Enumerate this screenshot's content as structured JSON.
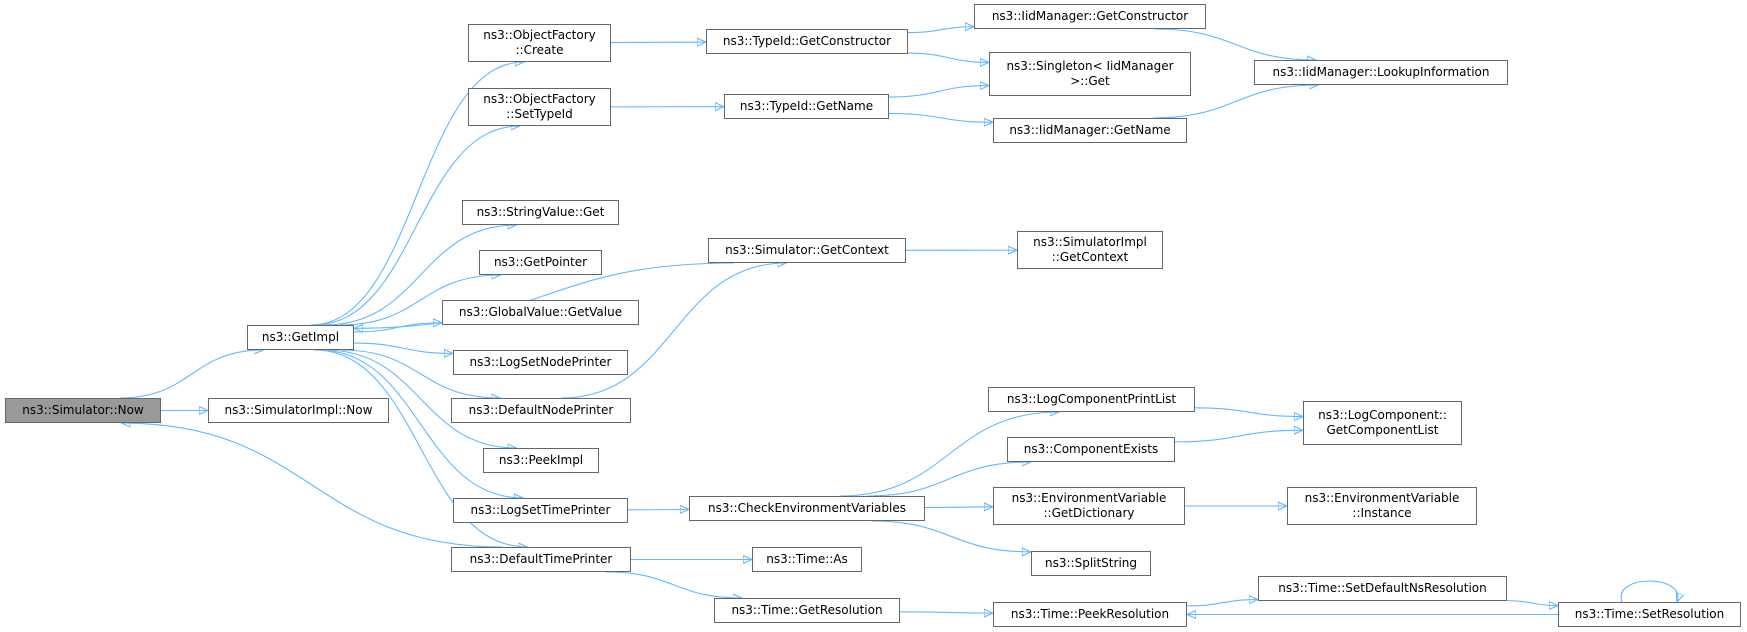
{
  "diagram": {
    "colors": {
      "edge": "#63b8ff",
      "node_border": "#666666",
      "root_fill": "#999999",
      "node_fill": "#ffffff"
    },
    "nodes": [
      {
        "id": "now",
        "lines": [
          "ns3::Simulator::Now"
        ],
        "root": true
      },
      {
        "id": "getimpl",
        "lines": [
          "ns3::GetImpl"
        ]
      },
      {
        "id": "simimplnow",
        "lines": [
          "ns3::SimulatorImpl::Now"
        ]
      },
      {
        "id": "ofcreate",
        "lines": [
          "ns3::ObjectFactory",
          "::Create"
        ]
      },
      {
        "id": "ofsettypeid",
        "lines": [
          "ns3::ObjectFactory",
          "::SetTypeId"
        ]
      },
      {
        "id": "stringvalueget",
        "lines": [
          "ns3::StringValue::Get"
        ]
      },
      {
        "id": "getpointer",
        "lines": [
          "ns3::GetPointer"
        ]
      },
      {
        "id": "gvgetvalue",
        "lines": [
          "ns3::GlobalValue::GetValue"
        ]
      },
      {
        "id": "logsetnodeprinter",
        "lines": [
          "ns3::LogSetNodePrinter"
        ]
      },
      {
        "id": "defaultnodeprinter",
        "lines": [
          "ns3::DefaultNodePrinter"
        ]
      },
      {
        "id": "peekimpl",
        "lines": [
          "ns3::PeekImpl"
        ]
      },
      {
        "id": "logsettimeprinter",
        "lines": [
          "ns3::LogSetTimePrinter"
        ]
      },
      {
        "id": "defaulttimeprinter",
        "lines": [
          "ns3::DefaultTimePrinter"
        ]
      },
      {
        "id": "tidgetconstructor",
        "lines": [
          "ns3::TypeId::GetConstructor"
        ]
      },
      {
        "id": "tidgetname",
        "lines": [
          "ns3::TypeId::GetName"
        ]
      },
      {
        "id": "simgetcontext",
        "lines": [
          "ns3::Simulator::GetContext"
        ]
      },
      {
        "id": "checkenv",
        "lines": [
          "ns3::CheckEnvironmentVariables"
        ]
      },
      {
        "id": "timeas",
        "lines": [
          "ns3::Time::As"
        ]
      },
      {
        "id": "timegetres",
        "lines": [
          "ns3::Time::GetResolution"
        ]
      },
      {
        "id": "iidgetconstructor",
        "lines": [
          "ns3::IidManager::GetConstructor"
        ]
      },
      {
        "id": "singletonget",
        "lines": [
          "ns3::Singleton< IidManager",
          ">::Get"
        ]
      },
      {
        "id": "iidgetname",
        "lines": [
          "ns3::IidManager::GetName"
        ]
      },
      {
        "id": "simimplgetcontext",
        "lines": [
          "ns3::SimulatorImpl",
          "::GetContext"
        ]
      },
      {
        "id": "logcompprintlist",
        "lines": [
          "ns3::LogComponentPrintList"
        ]
      },
      {
        "id": "componentexists",
        "lines": [
          "ns3::ComponentExists"
        ]
      },
      {
        "id": "envgetdict",
        "lines": [
          "ns3::EnvironmentVariable",
          "::GetDictionary"
        ]
      },
      {
        "id": "splitstring",
        "lines": [
          "ns3::SplitString"
        ]
      },
      {
        "id": "timepeekres",
        "lines": [
          "ns3::Time::PeekResolution"
        ]
      },
      {
        "id": "iidlookup",
        "lines": [
          "ns3::IidManager::LookupInformation"
        ]
      },
      {
        "id": "logcompgetlist",
        "lines": [
          "ns3::LogComponent::",
          "GetComponentList"
        ]
      },
      {
        "id": "envinstance",
        "lines": [
          "ns3::EnvironmentVariable",
          "::Instance"
        ]
      },
      {
        "id": "timesetdefaultns",
        "lines": [
          "ns3::Time::SetDefaultNsResolution"
        ]
      },
      {
        "id": "timesetres",
        "lines": [
          "ns3::Time::SetResolution"
        ]
      }
    ],
    "edges": [
      [
        "now",
        "getimpl"
      ],
      [
        "now",
        "simimplnow"
      ],
      [
        "getimpl",
        "ofcreate"
      ],
      [
        "getimpl",
        "ofsettypeid"
      ],
      [
        "getimpl",
        "stringvalueget"
      ],
      [
        "getimpl",
        "getpointer"
      ],
      [
        "getimpl",
        "gvgetvalue"
      ],
      [
        "getimpl",
        "logsetnodeprinter"
      ],
      [
        "getimpl",
        "defaultnodeprinter"
      ],
      [
        "getimpl",
        "peekimpl"
      ],
      [
        "getimpl",
        "logsettimeprinter"
      ],
      [
        "getimpl",
        "defaulttimeprinter"
      ],
      [
        "ofcreate",
        "tidgetconstructor"
      ],
      [
        "ofsettypeid",
        "tidgetname"
      ],
      [
        "tidgetconstructor",
        "iidgetconstructor"
      ],
      [
        "tidgetconstructor",
        "singletonget"
      ],
      [
        "tidgetname",
        "singletonget"
      ],
      [
        "tidgetname",
        "iidgetname"
      ],
      [
        "iidgetconstructor",
        "iidlookup"
      ],
      [
        "iidgetname",
        "iidlookup"
      ],
      [
        "simgetcontext",
        "getimpl"
      ],
      [
        "simgetcontext",
        "simimplgetcontext"
      ],
      [
        "defaultnodeprinter",
        "simgetcontext"
      ],
      [
        "logsettimeprinter",
        "checkenv"
      ],
      [
        "checkenv",
        "logcompprintlist"
      ],
      [
        "checkenv",
        "componentexists"
      ],
      [
        "checkenv",
        "envgetdict"
      ],
      [
        "checkenv",
        "splitstring"
      ],
      [
        "logcompprintlist",
        "logcompgetlist"
      ],
      [
        "componentexists",
        "logcompgetlist"
      ],
      [
        "envgetdict",
        "envinstance"
      ],
      [
        "defaulttimeprinter",
        "now"
      ],
      [
        "defaulttimeprinter",
        "timeas"
      ],
      [
        "defaulttimeprinter",
        "timegetres"
      ],
      [
        "timegetres",
        "timepeekres"
      ],
      [
        "timepeekres",
        "timesetdefaultns"
      ],
      [
        "timesetdefaultns",
        "timesetres"
      ],
      [
        "timesetres",
        "timepeekres"
      ],
      [
        "timesetres",
        "timesetres"
      ]
    ]
  }
}
